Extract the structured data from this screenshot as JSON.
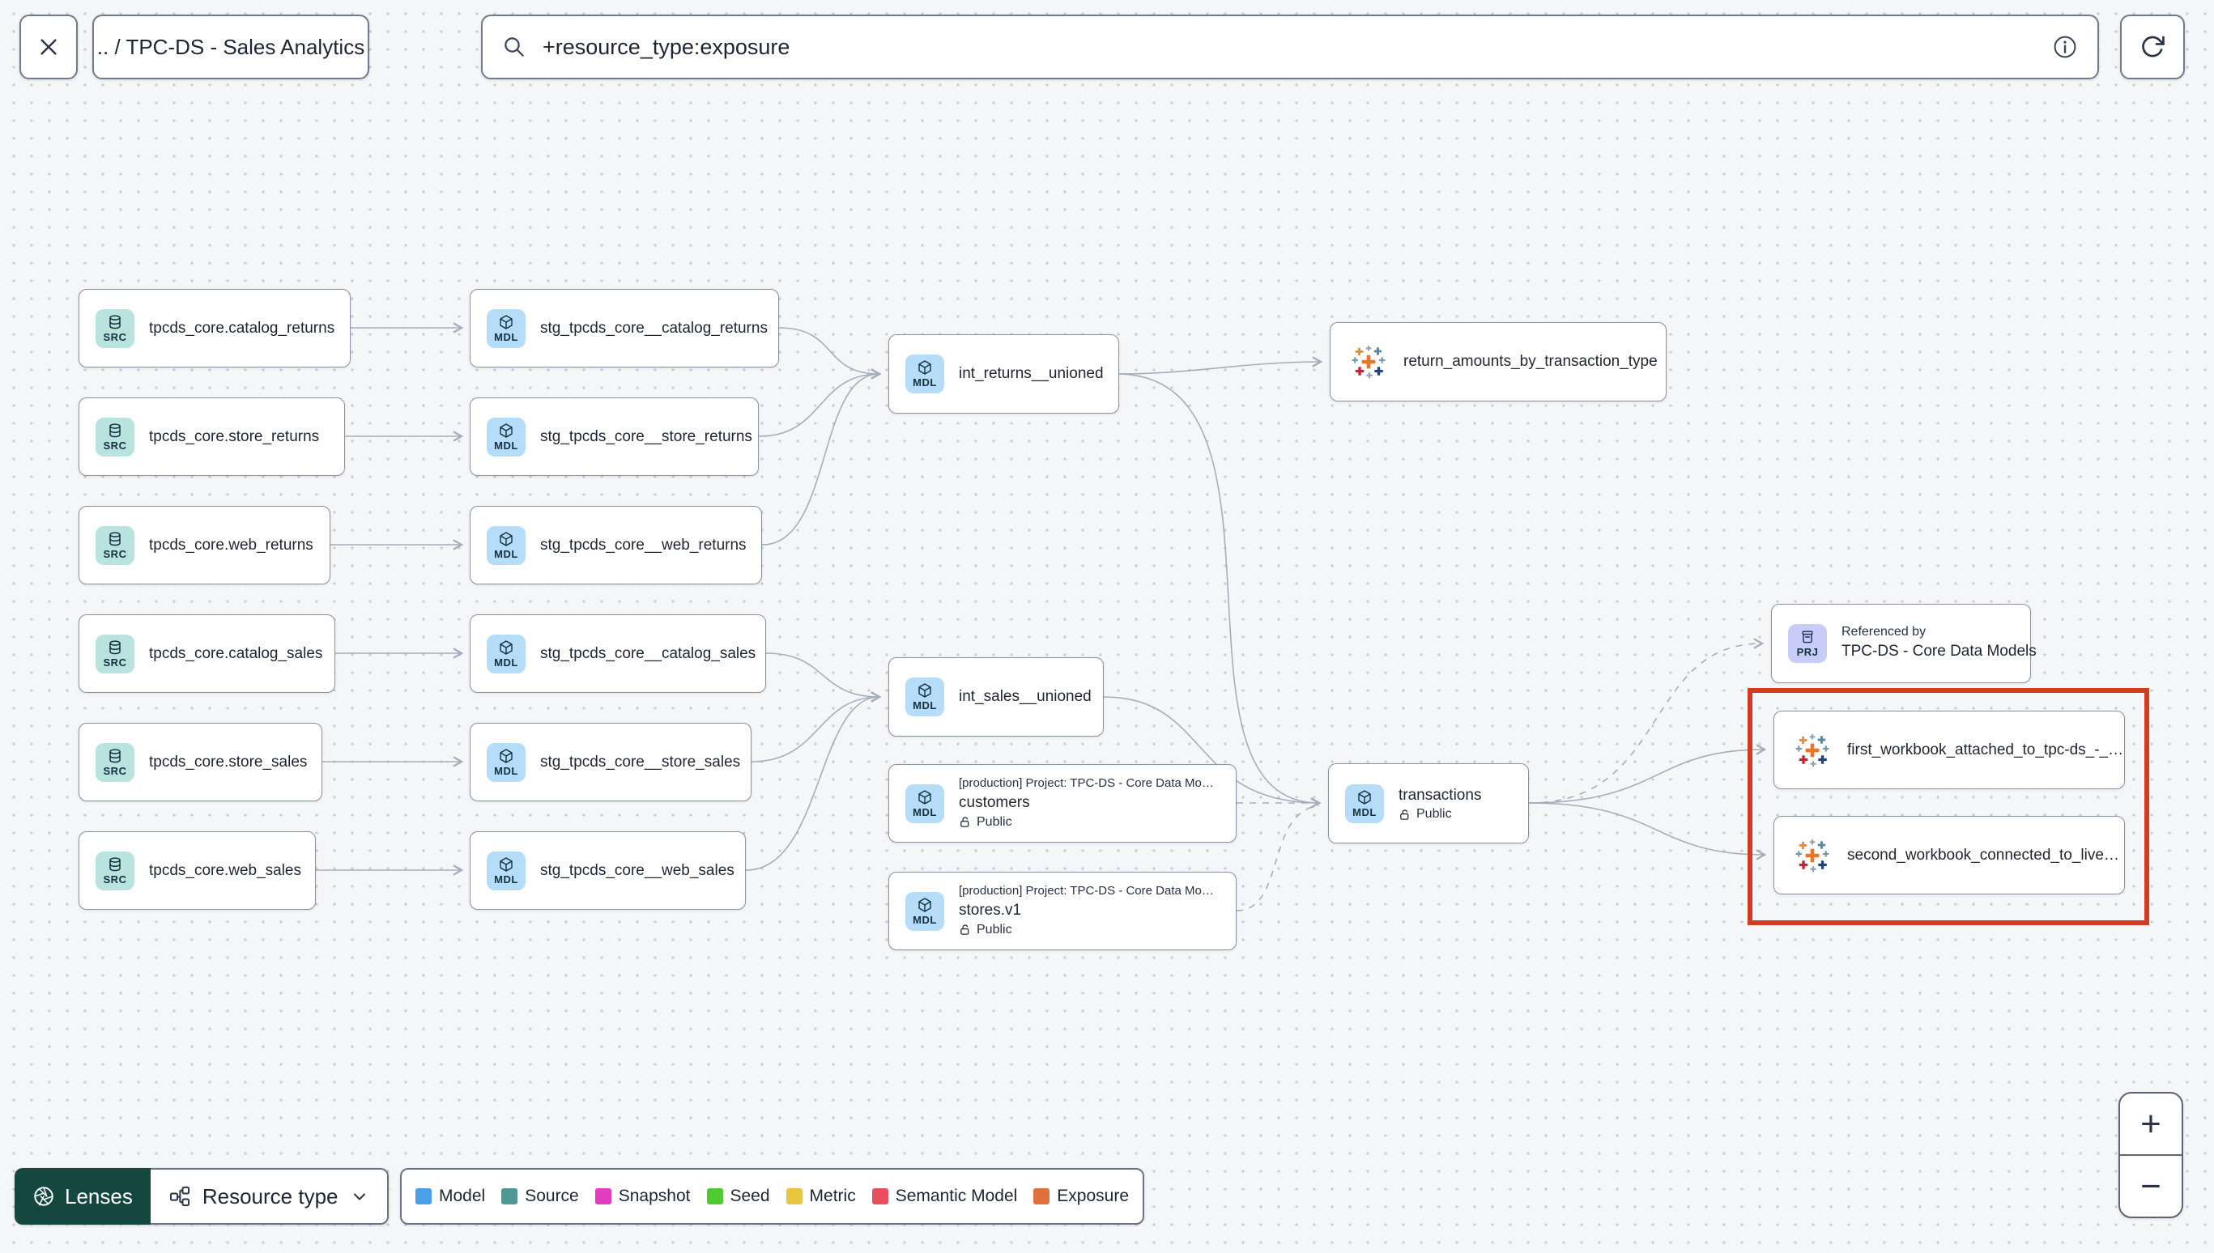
{
  "topbar": {
    "breadcrumb": ".. / TPC-DS - Sales Analytics",
    "search_value": "+resource_type:exposure",
    "close_icon": "x-icon",
    "search_icon": "magnifier",
    "info_icon": "info-circle",
    "refresh_icon": "refresh-arrow"
  },
  "nodes": {
    "src_catalog_returns": {
      "badge": "SRC",
      "label": "tpcds_core.catalog_returns"
    },
    "src_store_returns": {
      "badge": "SRC",
      "label": "tpcds_core.store_returns"
    },
    "src_web_returns": {
      "badge": "SRC",
      "label": "tpcds_core.web_returns"
    },
    "src_catalog_sales": {
      "badge": "SRC",
      "label": "tpcds_core.catalog_sales"
    },
    "src_store_sales": {
      "badge": "SRC",
      "label": "tpcds_core.store_sales"
    },
    "src_web_sales": {
      "badge": "SRC",
      "label": "tpcds_core.web_sales"
    },
    "stg_catalog_returns": {
      "badge": "MDL",
      "label": "stg_tpcds_core__catalog_returns"
    },
    "stg_store_returns": {
      "badge": "MDL",
      "label": "stg_tpcds_core__store_returns"
    },
    "stg_web_returns": {
      "badge": "MDL",
      "label": "stg_tpcds_core__web_returns"
    },
    "stg_catalog_sales": {
      "badge": "MDL",
      "label": "stg_tpcds_core__catalog_sales"
    },
    "stg_store_sales": {
      "badge": "MDL",
      "label": "stg_tpcds_core__store_sales"
    },
    "stg_web_sales": {
      "badge": "MDL",
      "label": "stg_tpcds_core__web_sales"
    },
    "int_returns": {
      "badge": "MDL",
      "label": "int_returns__unioned"
    },
    "int_sales": {
      "badge": "MDL",
      "label": "int_sales__unioned"
    },
    "customers": {
      "badge": "MDL",
      "project": "[production] Project: TPC-DS - Core Data Mo…",
      "label": "customers",
      "access": "Public"
    },
    "stores": {
      "badge": "MDL",
      "project": "[production] Project: TPC-DS - Core Data Mo…",
      "label": "stores.v1",
      "access": "Public"
    },
    "return_amounts": {
      "label": "return_amounts_by_transaction_type"
    },
    "transactions": {
      "badge": "MDL",
      "label": "transactions",
      "access": "Public"
    },
    "referenced_by": {
      "badge": "PRJ",
      "title": "Referenced by",
      "label": "TPC-DS - Core Data Models"
    },
    "first_workbook": {
      "label": "first_workbook_attached_to_tpc-ds_-_…"
    },
    "second_workbook": {
      "label": "second_workbook_connected_to_live…"
    }
  },
  "toolbar": {
    "lenses_label": "Lenses",
    "resource_type_label": "Resource type"
  },
  "legend": {
    "items": [
      {
        "label": "Model",
        "color": "#4a9fe6"
      },
      {
        "label": "Source",
        "color": "#4f9896"
      },
      {
        "label": "Snapshot",
        "color": "#e23cc0"
      },
      {
        "label": "Seed",
        "color": "#4fcb31"
      },
      {
        "label": "Metric",
        "color": "#e9c63f"
      },
      {
        "label": "Semantic Model",
        "color": "#e94f5f"
      },
      {
        "label": "Exposure",
        "color": "#e0703c"
      }
    ]
  },
  "zoom_controls": {
    "zoom_in": "+",
    "zoom_out": "−"
  },
  "colors": {
    "highlight": "#d23b20",
    "lenses_bg": "#14473e",
    "src_badge": "#b9e3df",
    "mdl_badge": "#b5dcf8",
    "prj_badge": "#c7ccf8"
  }
}
